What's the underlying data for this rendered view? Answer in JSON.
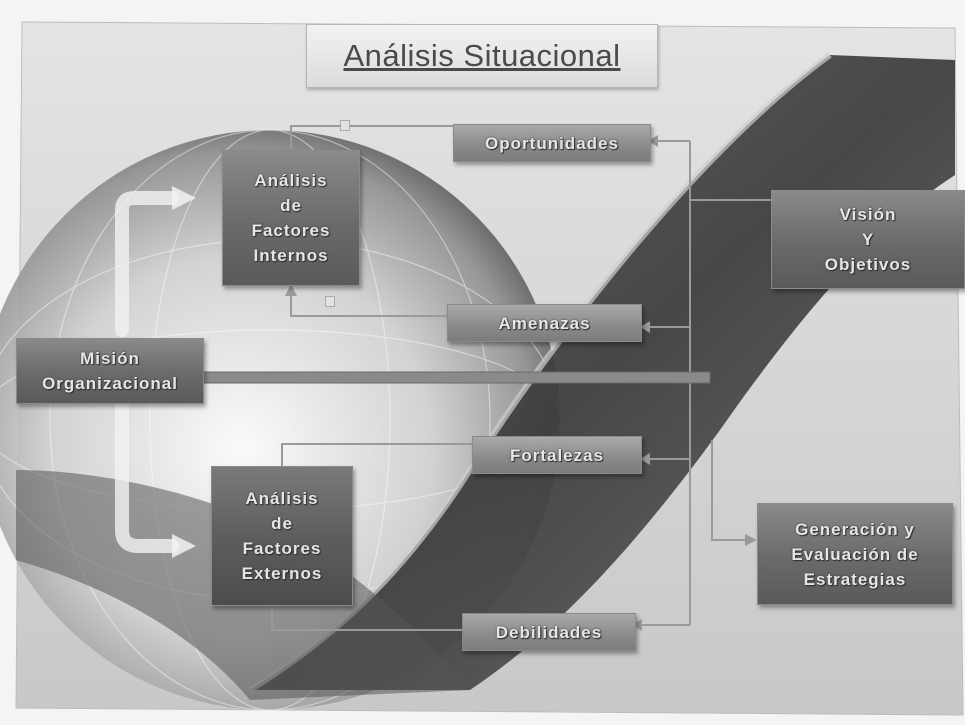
{
  "title": "Análisis Situacional",
  "nodes": {
    "mision": "Misión\nOrganizacional",
    "internos": "Análisis\nde\nFactores\nInternos",
    "externos": "Análisis\nde\nFactores\nExternos",
    "oportunidades": "Oportunidades",
    "amenazas": "Amenazas",
    "fortalezas": "Fortalezas",
    "debilidades": "Debilidades",
    "vision": "Visión\nY\nObjetivos",
    "estrategias": "Generación y\nEvaluación de\nEstrategias"
  },
  "colors": {
    "box_dark": "#6a6a6a",
    "box_text": "#e6e6e6",
    "line": "#9a9a9a"
  }
}
